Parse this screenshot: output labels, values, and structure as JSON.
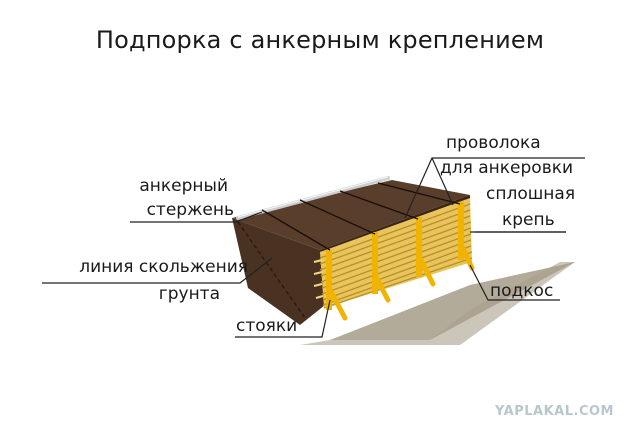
{
  "title": "Подпорка с анкерным креплением",
  "labels": {
    "anchor_rod_line1": "анкерный",
    "anchor_rod_line2": "стержень",
    "slip_line_line1": "линия скольжения",
    "slip_line_line2": "грунта",
    "posts": "стояки",
    "wire_line1": "проволока",
    "wire_line2": "для анкеровки",
    "sheeting_line1": "сплошная",
    "sheeting_line2": "крепь",
    "strut": "подкос"
  },
  "watermark": "YAPLAKAL.COM",
  "colors": {
    "soil_top": "#5a3e2c",
    "soil_front": "#4a3222",
    "soil_dark": "#3a2618",
    "ground": "#b3ab99",
    "boards": "#e8c45a",
    "boards_dark": "#b88f2a",
    "posts": "#f0b400",
    "leader": "#222222"
  },
  "icons": {
    "anchor_rod": "anchor-rod",
    "wire": "anchor-wire"
  }
}
